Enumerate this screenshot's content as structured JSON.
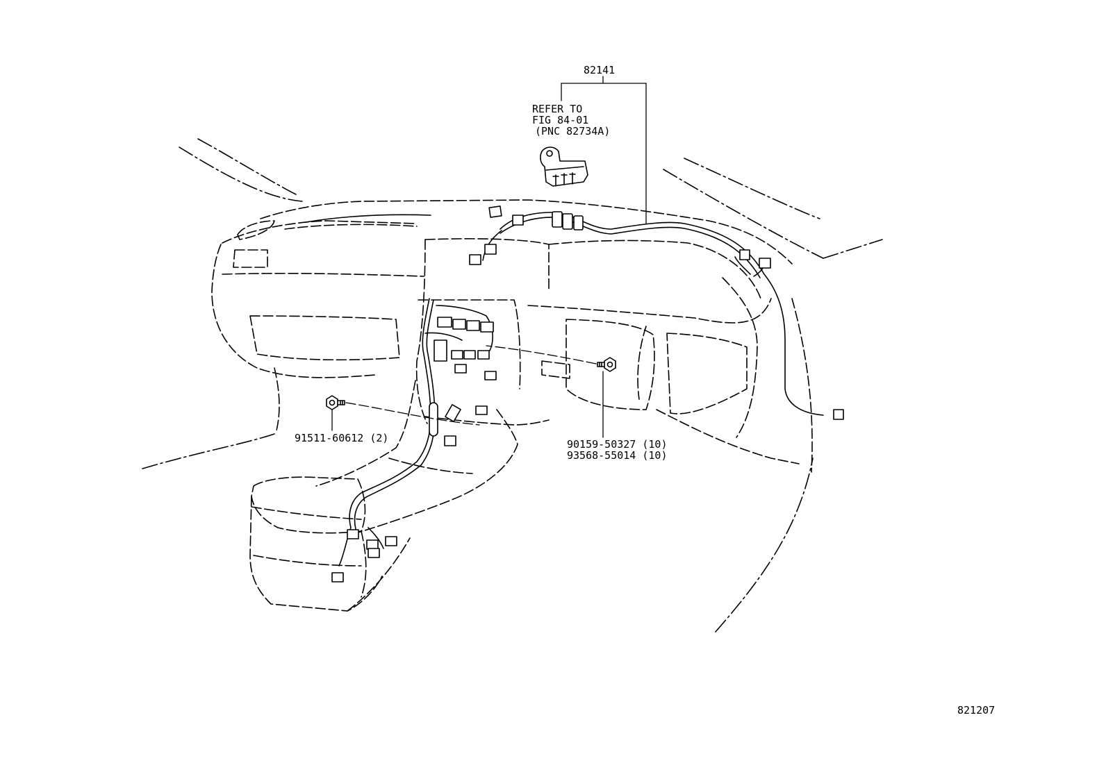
{
  "diagram": {
    "part_main": "82141",
    "refer_line1": "REFER TO",
    "refer_line2": "FIG 84-01",
    "refer_line3": "(PNC 82734A)",
    "bolt_left": "91511-60612 (2)",
    "bolt_right_1": "90159-50327 (10)",
    "bolt_right_2": "93568-55014 (10)",
    "figure_number": "821207"
  }
}
